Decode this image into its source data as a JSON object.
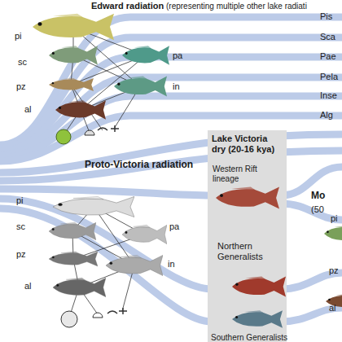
{
  "diagram": {
    "nodes": [
      {
        "text": [
          "Lake Victoria dry (20-16 kya)",
          "Western Rift lineage",
          "Northern Generalists",
          "Southern Generalists"
        ]
      }
    ],
    "labels": [
      "Edward radiation",
      "(representing multiple other lake radiati",
      "pi",
      "sc",
      "pa",
      "pz",
      "in",
      "al",
      "Pis",
      "Sca",
      "Pae",
      "Pela",
      "Inse",
      "Alg",
      "Proto-Victoria radiation",
      "pi",
      "sc",
      "pa",
      "pz",
      "in",
      "al",
      "Mo",
      "(50",
      "pi",
      "pz",
      "al"
    ]
  }
}
